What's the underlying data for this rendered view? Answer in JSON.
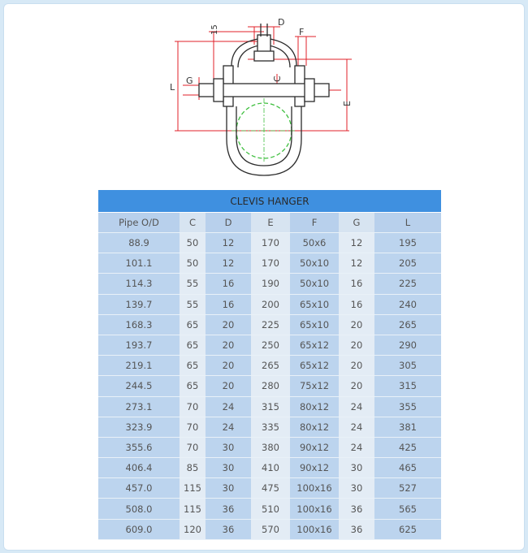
{
  "table": {
    "title": "CLEVIS HANGER",
    "headers": [
      "Pipe O/D",
      "C",
      "D",
      "E",
      "F",
      "G",
      "L"
    ],
    "rows": [
      [
        "88.9",
        "50",
        "12",
        "170",
        "50x6",
        "12",
        "195"
      ],
      [
        "101.1",
        "50",
        "12",
        "170",
        "50x10",
        "12",
        "205"
      ],
      [
        "114.3",
        "55",
        "16",
        "190",
        "50x10",
        "16",
        "225"
      ],
      [
        "139.7",
        "55",
        "16",
        "200",
        "65x10",
        "16",
        "240"
      ],
      [
        "168.3",
        "65",
        "20",
        "225",
        "65x10",
        "20",
        "265"
      ],
      [
        "193.7",
        "65",
        "20",
        "250",
        "65x12",
        "20",
        "290"
      ],
      [
        "219.1",
        "65",
        "20",
        "265",
        "65x12",
        "20",
        "305"
      ],
      [
        "244.5",
        "65",
        "20",
        "280",
        "75x12",
        "20",
        "315"
      ],
      [
        "273.1",
        "70",
        "24",
        "315",
        "80x12",
        "24",
        "355"
      ],
      [
        "323.9",
        "70",
        "24",
        "335",
        "80x12",
        "24",
        "381"
      ],
      [
        "355.6",
        "70",
        "30",
        "380",
        "90x12",
        "24",
        "425"
      ],
      [
        "406.4",
        "85",
        "30",
        "410",
        "90x12",
        "30",
        "465"
      ],
      [
        "457.0",
        "115",
        "30",
        "475",
        "100x16",
        "30",
        "527"
      ],
      [
        "508.0",
        "115",
        "36",
        "510",
        "100x16",
        "36",
        "565"
      ],
      [
        "609.0",
        "120",
        "36",
        "570",
        "100x16",
        "36",
        "625"
      ]
    ]
  },
  "drawing": {
    "labels": {
      "d": "D",
      "f": "F",
      "dim15": "15",
      "c": "C",
      "g": "G",
      "l": "L",
      "e": "E"
    },
    "colors": {
      "outline": "#2b2b2b",
      "dimension": "#e0202a",
      "pipe": "#3fbf3f",
      "background": "#d7e9f6",
      "header": "#3f90e0"
    }
  }
}
